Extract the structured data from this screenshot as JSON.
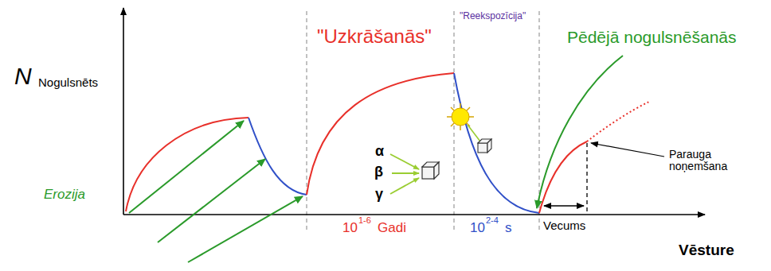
{
  "diagram": {
    "labels": [
      "N",
      "Nogulsnēts",
      "\"Uzkrāšanās\"",
      "\"Reekspozīcija\"",
      "Pēdējā nogulsnēšanās",
      "Parauga noņemšana",
      "α",
      "β",
      "γ",
      "Erozija",
      "10",
      "1-6",
      "Gadi",
      "10",
      "2-4",
      "s",
      "Vecums",
      "Vēsture"
    ]
  }
}
